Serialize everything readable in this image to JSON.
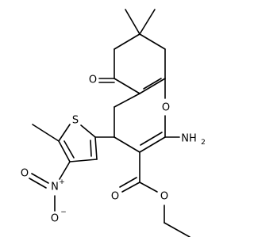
{
  "atoms": {
    "ring_oxygen": "O",
    "ketone_oxygen": "O",
    "thiophene_sulfur": "S",
    "amine": "NH",
    "amine_subscript": "2",
    "ester_carbonyl_oxygen": "O",
    "ester_ether_oxygen": "O",
    "nitro_nitrogen": "N",
    "nitro_nitrogen_charge": "+",
    "nitro_oxygen_top": "O",
    "nitro_oxygen_bottom": "O",
    "nitro_oxygen_bottom_charge": "−"
  }
}
